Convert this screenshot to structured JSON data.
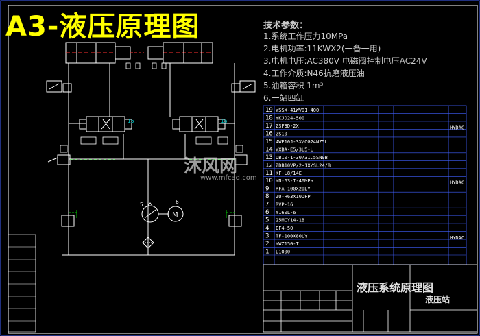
{
  "title": "A3-液压原理图",
  "tech": {
    "heading": "技术参数：",
    "lines": [
      "1.系统工作压力10MPa",
      "2.电机功率:11KWX2(一备一用)",
      "3.电机电压:AC380V  电磁阀控制电压AC24V",
      "4.工作介质:N46抗磨液压油",
      "5.油箱容积 1m³",
      "6.一站四缸"
    ]
  },
  "bom": {
    "rows": [
      {
        "no": "19",
        "code": "WSSX-41WV01-400"
      },
      {
        "no": "18",
        "code": "YKJD24-500"
      },
      {
        "no": "17",
        "code": "ZSF3D-2X"
      },
      {
        "no": "16",
        "code": "ZS10"
      },
      {
        "no": "15",
        "code": "4WE10J-3X/CG24NZ5L"
      },
      {
        "no": "14",
        "code": "WXBA-E5/3L5-L"
      },
      {
        "no": "13",
        "code": "DB10-1-30/31.5SN9B"
      },
      {
        "no": "12",
        "code": "ZDB10VP/2-1X/SL24/8"
      },
      {
        "no": "11",
        "code": "KF-L8/14E"
      },
      {
        "no": "10",
        "code": "YN-63-I-40MPa"
      },
      {
        "no": "9",
        "code": "RFA-100X20LY"
      },
      {
        "no": "8",
        "code": "ZU-H63X10DFP"
      },
      {
        "no": "7",
        "code": "RVP-16"
      },
      {
        "no": "6",
        "code": "Y160L-6"
      },
      {
        "no": "5",
        "code": "25MCY14-1B"
      },
      {
        "no": "4",
        "code": "EF4-50"
      },
      {
        "no": "3",
        "code": "TF-100X80LY"
      },
      {
        "no": "2",
        "code": "YWZ150-T"
      },
      {
        "no": "1",
        "code": "L1000"
      }
    ],
    "right_col": [
      "HYDAC",
      "HYDAC",
      "HYDAC"
    ]
  },
  "titleblock": {
    "drawing_name": "液压系统原理图",
    "project": "液压站"
  },
  "callouts": {
    "valve_left": "15",
    "valve_right": "15",
    "pump": "5",
    "motor": "6"
  },
  "watermark": {
    "brand": "沐风网",
    "url": "www.mfcad.com"
  },
  "colors": {
    "bg": "#000000",
    "title": "#ffff00",
    "line": "#ffffff",
    "cyl_red": "#ff3030",
    "frame_blue": "#4060ff",
    "green": "#00c000",
    "cyan": "#00c8c8"
  }
}
